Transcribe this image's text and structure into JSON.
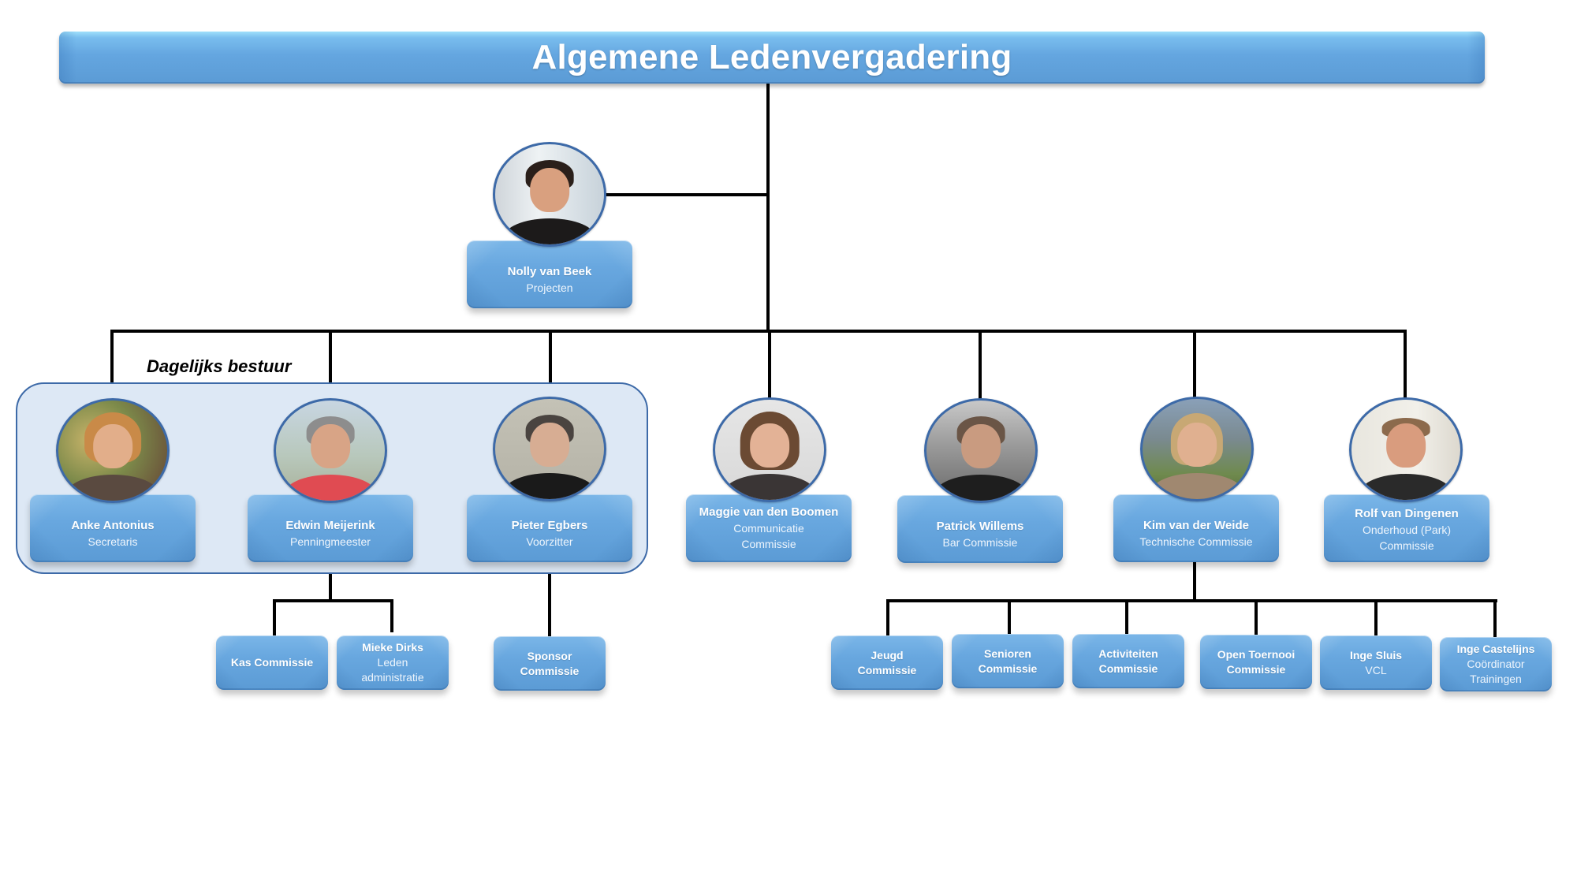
{
  "title": "Algemene Ledenvergadering",
  "group_label": "Dagelijks bestuur",
  "colors": {
    "node_fill": "#5b9bd5",
    "group_fill": "#dde8f5",
    "group_border": "#3d6aa8",
    "connector": "#000000",
    "text": "#ffffff"
  },
  "projects": {
    "name": "Nolly van Beek",
    "role": "Projecten",
    "photo": "portrait-woman-dark-hair"
  },
  "board": [
    {
      "name": "Anke Antonius",
      "role": "Secretaris",
      "photo": "portrait-woman-blonde"
    },
    {
      "name": "Edwin Meijerink",
      "role": "Penningmeester",
      "photo": "portrait-man-red-shirt"
    },
    {
      "name": "Pieter Egbers",
      "role": "Voorzitter",
      "photo": "portrait-man-black-shirt"
    }
  ],
  "committees": [
    {
      "name": "Maggie van den Boomen",
      "role": "Communicatie Commissie",
      "photo": "portrait-woman-brown-hair"
    },
    {
      "name": "Patrick Willems",
      "role": "Bar Commissie",
      "photo": "portrait-man-glasses"
    },
    {
      "name": "Kim van der Weide",
      "role": "Technische Commissie",
      "photo": "portrait-woman-mountains"
    },
    {
      "name": "Rolf van Dingenen",
      "role": "Onderhoud (Park) Commissie",
      "photo": "portrait-man-smiling"
    }
  ],
  "treasurer_sub": [
    {
      "name": "Kas Commissie",
      "role": ""
    },
    {
      "name": "Mieke Dirks",
      "role": "Leden administratie"
    }
  ],
  "chair_sub": [
    {
      "name": "Sponsor Commissie",
      "role": ""
    }
  ],
  "technical_sub": [
    {
      "name": "Jeugd Commissie",
      "role": ""
    },
    {
      "name": "Senioren Commissie",
      "role": ""
    },
    {
      "name": "Activiteiten Commissie",
      "role": ""
    },
    {
      "name": "Open Toernooi Commissie",
      "role": ""
    },
    {
      "name": "Inge Sluis",
      "role": "VCL"
    },
    {
      "name": "Inge Castelijns",
      "role": "Coördinator Trainingen"
    }
  ]
}
